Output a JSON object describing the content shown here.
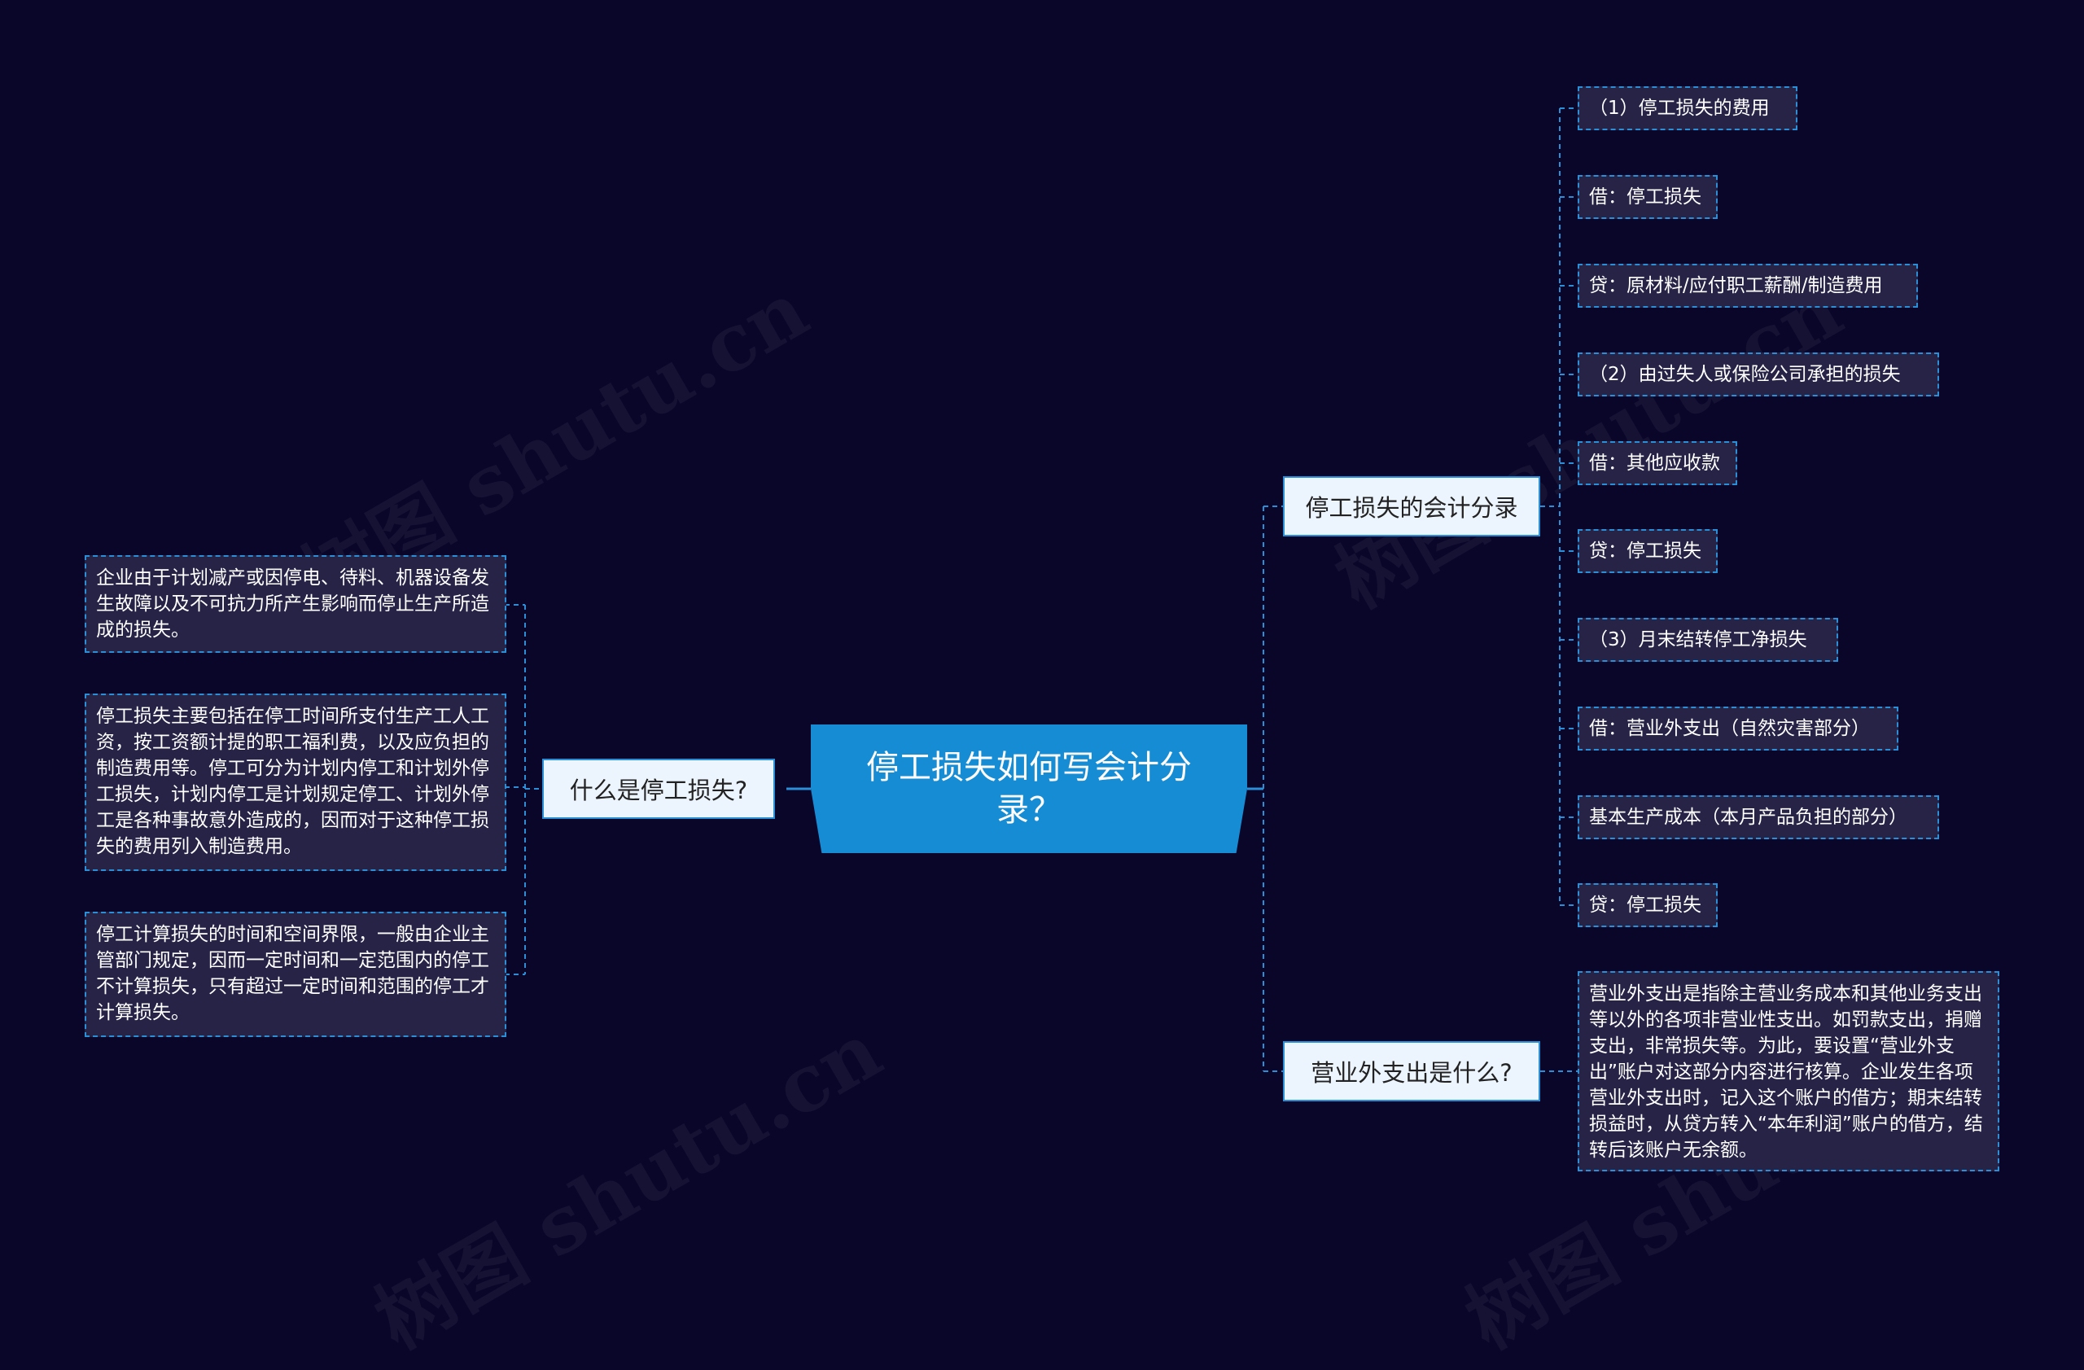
{
  "root": {
    "title": "停工损失如何写会计分录？"
  },
  "left": {
    "topic": "什么是停工损失?",
    "items": [
      "企业由于计划减产或因停电、待料、机器设备发生故障以及不可抗力所产生影响而停止生产所造成的损失。",
      "停工损失主要包括在停工时间所支付生产工人工资，按工资额计提的职工福利费，以及应负担的制造费用等。停工可分为计划内停工和计划外停工损失，计划内停工是计划规定停工、计划外停工是各种事故意外造成的，因而对于这种停工损失的费用列入制造费用。",
      "停工计算损失的时间和空间界限，一般由企业主管部门规定，因而一定时间和一定范围内的停工不计算损失，只有超过一定时间和范围的停工才计算损失。"
    ]
  },
  "right_top": {
    "topic": "停工损失的会计分录",
    "items": [
      "（1）停工损失的费用",
      "借：停工损失",
      "贷：原材料/应付职工薪酬/制造费用",
      "（2）由过失人或保险公司承担的损失",
      "借：其他应收款",
      "贷：停工损失",
      "（3）月末结转停工净损失",
      "借：营业外支出（自然灾害部分）",
      "基本生产成本（本月产品负担的部分）",
      "贷：停工损失"
    ]
  },
  "right_bottom": {
    "topic": "营业外支出是什么?",
    "items": [
      "营业外支出是指除主营业务成本和其他业务支出等以外的各项非营业性支出。如罚款支出，捐赠支出，非常损失等。为此，要设置“营业外支出”账户对这部分内容进行核算。企业发生各项营业外支出时，记入这个账户的借方；期末结转损益时，从贷方转入“本年利润”账户的借方，结转后该账户无余额。"
    ]
  },
  "watermark": "树图 shutu.cn",
  "colors": {
    "background": "#09062a",
    "root_fill": "#158cd3",
    "topic_fill": "#ecf4fd",
    "leaf_fill": "#262347",
    "link": "#2a8fd6"
  }
}
